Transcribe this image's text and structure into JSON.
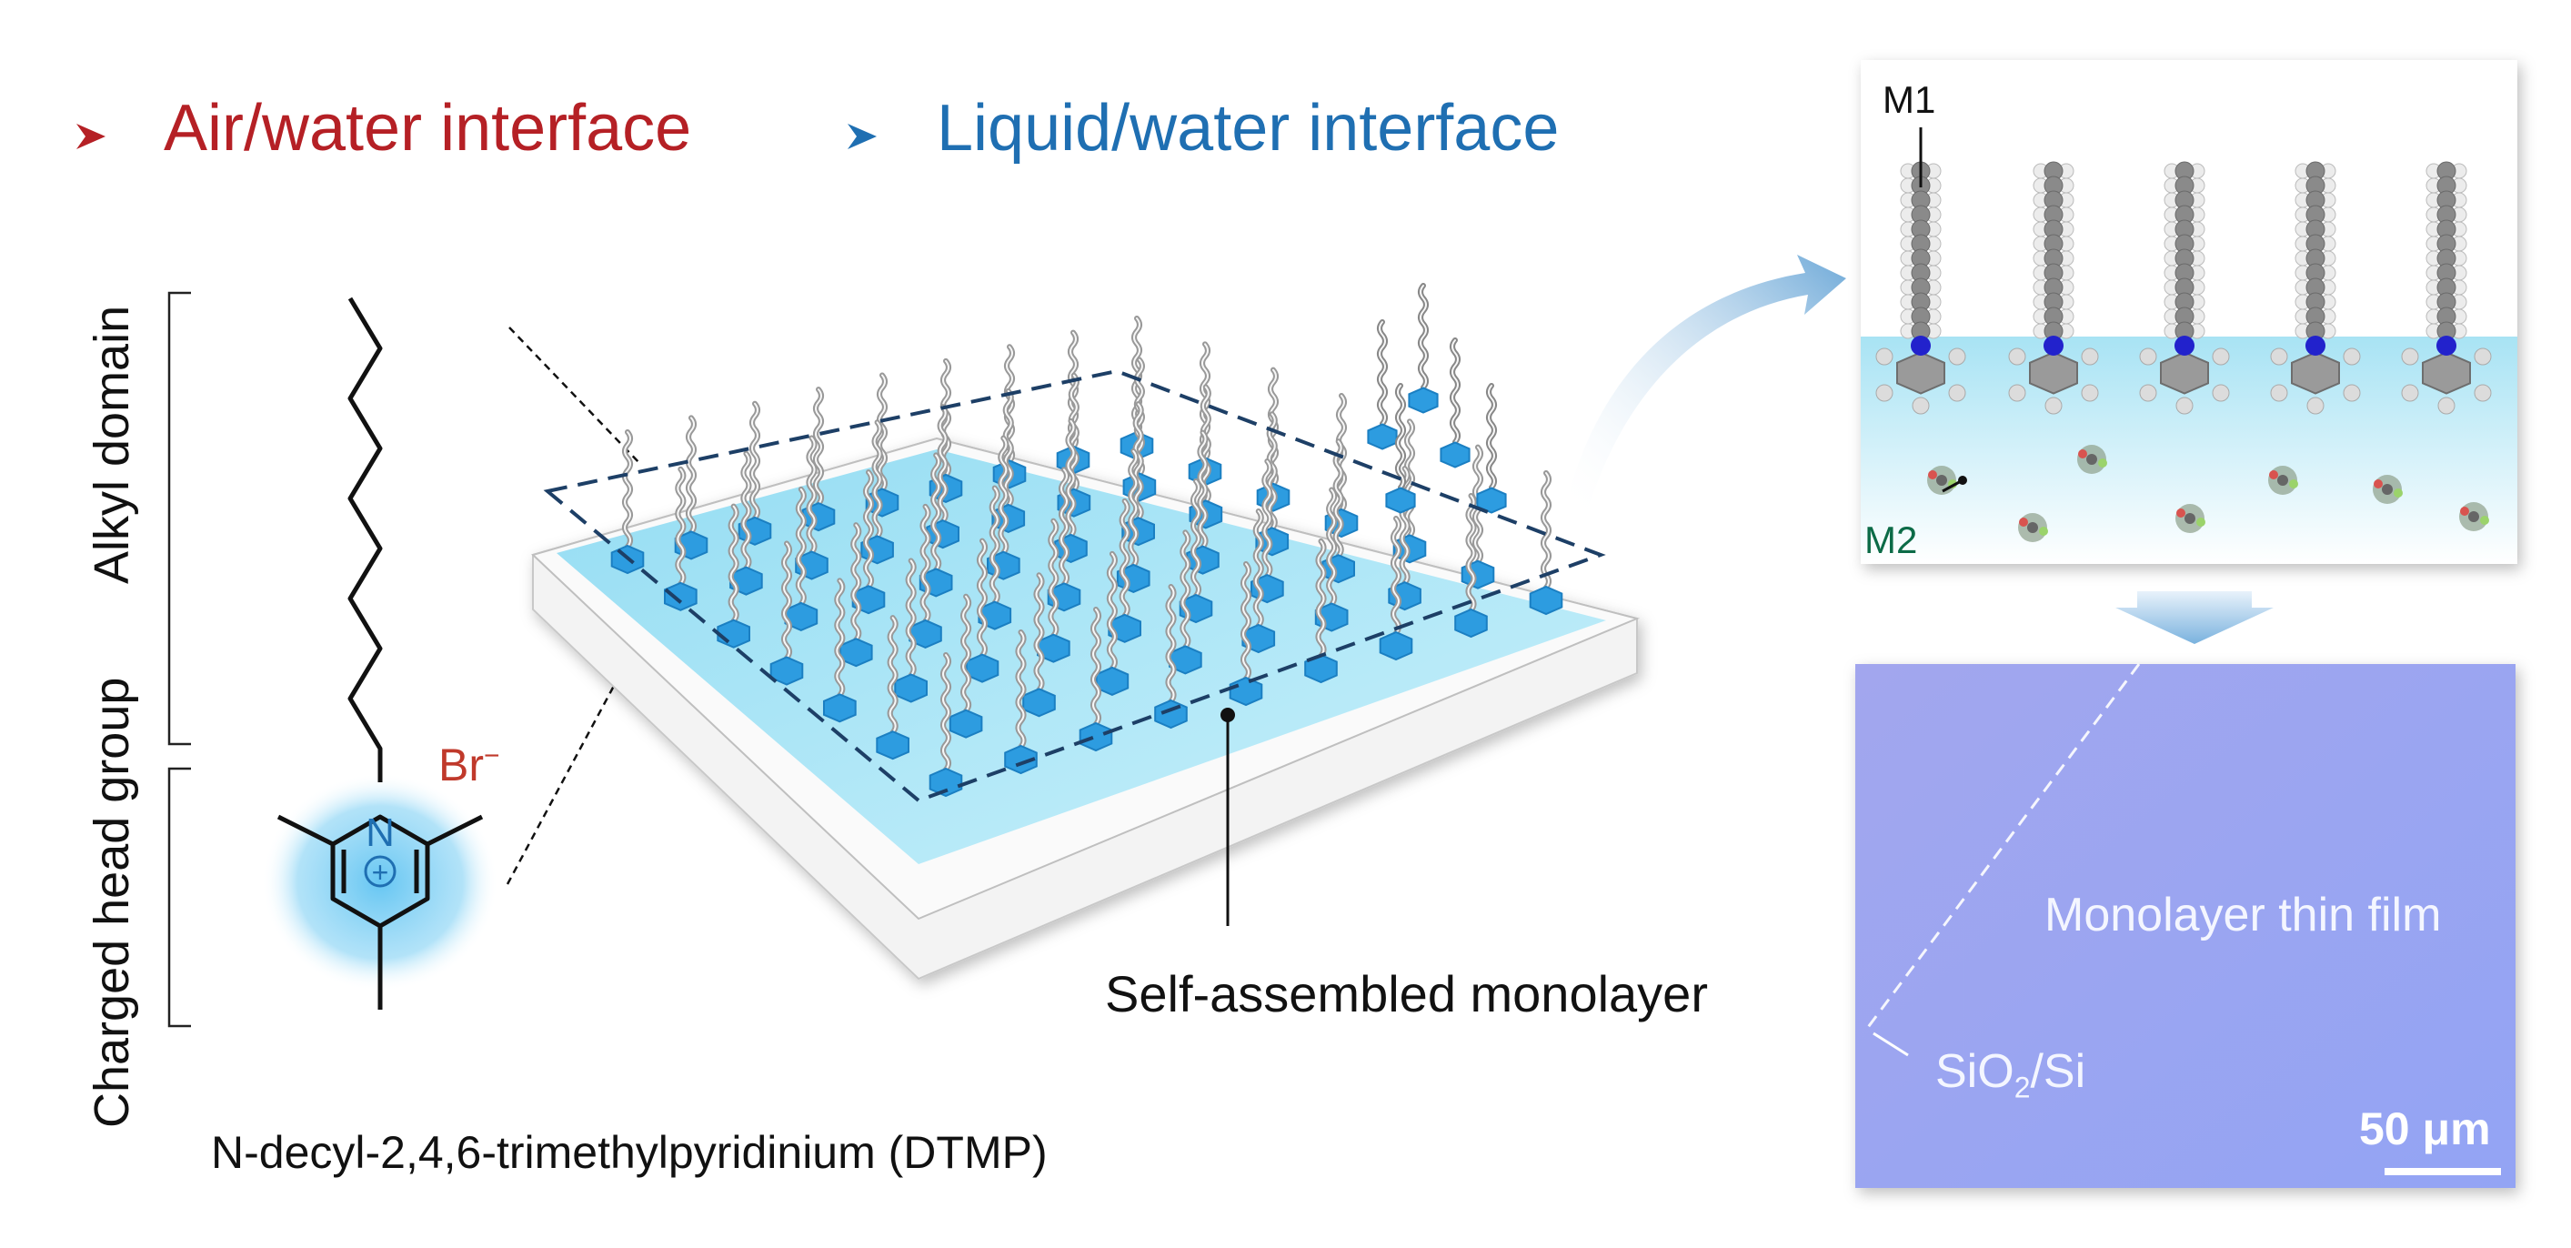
{
  "headings": {
    "air_water": "Air/water interface",
    "liquid_water": "Liquid/water interface"
  },
  "labels": {
    "alkyl_domain": "Alkyl domain",
    "charged_head_group": "Charged head group",
    "bromide": "Br",
    "bromide_charge": "−",
    "nitrogen": "N",
    "plus": "+",
    "molecule_name": "N-decyl-2,4,6-trimethylpyridinium (DTMP)",
    "sam": "Self-assembled monolayer",
    "m1": "M1",
    "m2": "M2",
    "monolayer_film": "Monolayer thin film",
    "substrate_prefix": "SiO",
    "substrate_sub": "2",
    "substrate_suffix": "/Si",
    "scale_bar": "50 μm"
  },
  "colors": {
    "air_red": "#b52025",
    "liquid_blue": "#1f6fb2",
    "water": "#a9e4f5",
    "headgroup": "#3fa9e6",
    "film": "#9aa6f2"
  }
}
